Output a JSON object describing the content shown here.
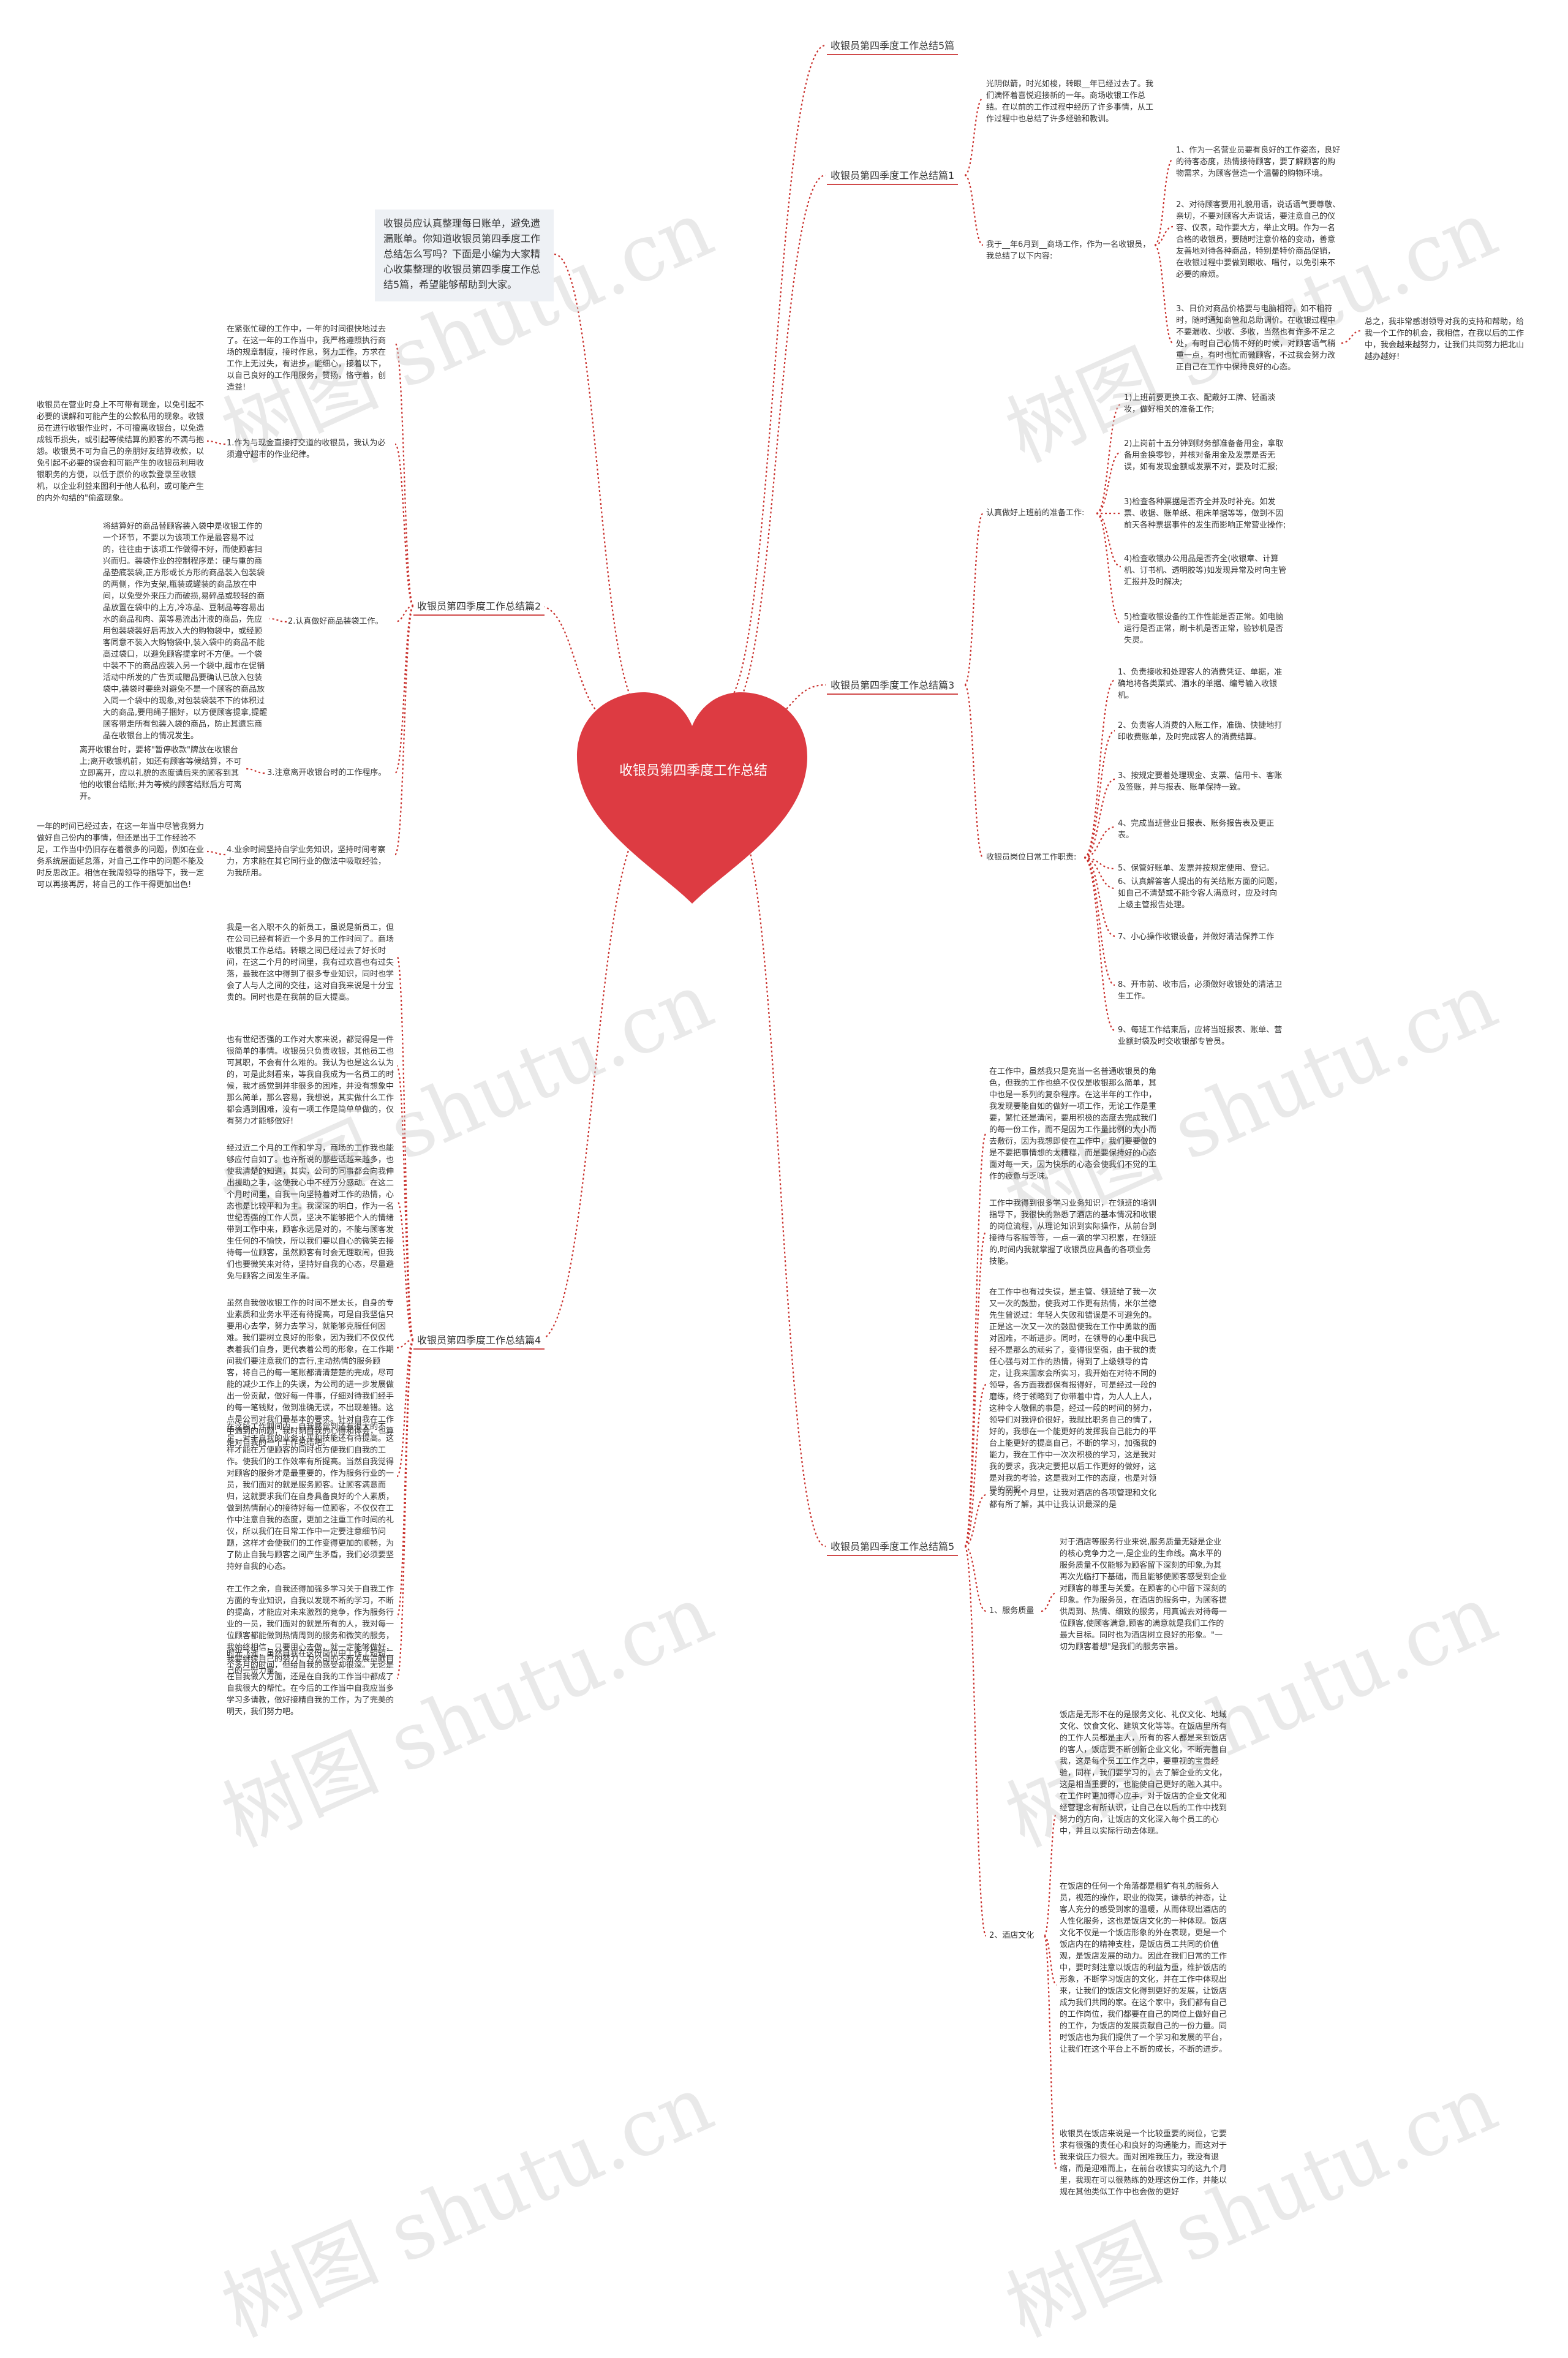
{
  "watermark": "树图 shutu.cn",
  "root": "收银员第四季度工作总结",
  "intro": "收银员应认真整理每日账单，避免遗漏账单。你知道收银员第四季度工作总结怎么写吗？下面是小编为大家精心收集整理的收银员第四季度工作总结5篇，希望能够帮助到大家。",
  "branches": {
    "b5a": "收银员第四季度工作总结5篇",
    "b1": "收银员第四季度工作总结篇1",
    "b2": "收银员第四季度工作总结篇2",
    "b3": "收银员第四季度工作总结篇3",
    "b4": "收银员第四季度工作总结篇4",
    "b5": "收银员第四季度工作总结篇5"
  },
  "p1": {
    "a": "光阴似箭，时光如梭，转眼__年已经过去了。我们满怀着喜悦迎接新的一年。商场收银工作总结。在以前的工作过程中经历了许多事情，从工作过程中也总结了许多经验和教训。",
    "b": "我于__年6月到__商场工作，作为一名收银员，我总结了以下内容:",
    "c1": "1、作为一名营业员要有良好的工作姿态，良好的待客态度，热情接待顾客，要了解顾客的购物需求，为顾客营造一个温馨的购物环境。",
    "c2": "2、对待顾客要用礼貌用语，说话语气要尊敬、亲切，不要对顾客大声说话，要注意自己的仪容、仪表，动作要大方，举止文明。作为一名合格的收银员，要随时注意价格的变动，善意友善地对待各种商品，特别是特价商品促销，在收银过程中要做到眼收、唱付，以免引来不必要的麻烦。",
    "c3": "3、日价对商品价格要与电脑相符，如不相符时，随时通知商管和总助调价。在收银过程中不要漏收、少收、多收，当然也有许多不足之处，有时自己心情不好的时候，对顾客语气稍重一点，有时也忙而微顾客，不过我会努力改正自己在工作中保持良好的心态。",
    "d": "总之，我非常感谢领导对我的支持和帮助，给我一个工作的机会，我相信，在我以后的工作中，我会越来越努力，让我们共同努力把北山越办越好!"
  },
  "p2": {
    "top": "在紧张忙碌的工作中，一年的时间很快地过去了。在这一年的工作当中，我严格遵照执行商场的规章制度，接时作息，努力工作，方求在工作上无过失，有进步，能细心，接着以下，以自己良好的工作用服务，赞扬，恪守着，创造益!",
    "s1": "1.作为与现金直接打交道的收银员，我认为必须遵守超市的作业纪律。",
    "s1t": "收银员在营业时身上不可带有现金，以免引起不必要的误解和可能产生的公款私用的现象。收银员在进行收银作业时，不可擅离收银台，以免造成钱币损失，或引起等候结算的顾客的不满与抱怨。收银员不可为自己的亲朋好友结算收款，以免引起不必要的误会和可能产生的收银员利用收银职务的方便，以低于原价的收款登录至收银机，以企业利益来图利于他人私利，或可能产生的内外勾结的\"偷盗现象。",
    "s2": "2.认真做好商品装袋工作。",
    "s2t": "将结算好的商品替顾客装入袋中是收银工作的一个环节，不要以为该项工作是最容易不过的，往往由于该项工作做得不好，而使顾客扫兴而归。装袋作业的控制程序是：硬与重的商品垫底装袋,正方形或长方形的商品装入包装袋的两侧，作为支架,瓶装或罐装的商品放在中间，以免受外来压力而破损,易碎品或较轻的商品放置在袋中的上方,冷冻品、豆制品等容易出水的商品和肉、菜等易流出汁液的商品，先应用包装袋装好后再放入大的购物袋中，或经顾客同意不装入大购物袋中,装入袋中的商品不能高过袋口，以避免顾客提拿时不方便。一个袋中装不下的商品应装入另一个袋中,超市在促销活动中所发的广告页或赠品要确认已放入包装袋中,装袋时要绝对避免不是一个顾客的商品放入同一个袋中的现象,对包装袋装不下的体积过大的商品,要用绳子捆好，以方便顾客提拿,提醒顾客带走所有包装入袋的商品，防止其遗忘商品在收银台上的情况发生。",
    "s3": "3.注意离开收银台时的工作程序。",
    "s3t": "离开收银台时，要将\"暂停收款\"牌放在收银台上;离开收银机前，如还有顾客等候结算，不可立即离开，应以礼貌的态度请后来的顾客到其他的收银台结账;并为等候的顾客结账后方可离开。",
    "s4": "4.业余时间坚持自学业务知识，坚持时间考察力，方求能在其它同行业的做法中吸取经验，为我所用。",
    "s4t": "一年的时间已经过去，在这一年当中尽管我努力做好自己份内的事情，但还是出于工作经验不足，工作当中仍旧存在着很多的问题，例如在业务系统层面延怠落，对自己工作中的问题不能及时反思改正。相信在我周领导的指导下，我一定可以再接再厉，将自己的工作干得更加出色!"
  },
  "p3": {
    "g1": "认真做好上班前的准备工作:",
    "g1i": [
      "1)上班前要更换工衣、配戴好工牌、轻画淡妆，做好相关的准备工作;",
      "2)上岗前十五分钟到财务部准备备用金，拿取备用金换零钞，并核对备用金及发票是否无误，如有发现金额或发票不对，要及时汇报;",
      "3)检查各种票据是否齐全并及时补充。如发票、收据、账单纸、租床单据等等，做到不因前天各种票据事件的发生而影响正常营业操作;",
      "4)检查收银办公用品是否齐全(收银章、计算机、订书机、透明胶等)如发现异常及时向主管汇报并及时解决;",
      "5)检查收银设备的工作性能是否正常。如电脑运行是否正常，刷卡机是否正常，验钞机是否失灵。"
    ],
    "g2": "收银员岗位日常工作职责:",
    "g2i": [
      "1、负责接收和处理客人的消费凭证、单据，准确地将各类菜式、酒水的单据、编号输入收银机。",
      "2、负责客人消费的入账工作，准确、快捷地打印收费账单，及时完成客人的消费结算。",
      "3、按规定要着处理现金、支票、信用卡、客账及签账，并与报表、账单保持一致。",
      "4、完成当班营业日报表、账务报告表及更正表。",
      "5、保管好账单、发票并按规定使用、登记。",
      "6、认真解答客人提出的有关结账方面的问题，如自己不清楚或不能令客人满意时，应及时向上级主管报告处理。",
      "7、小心操作收银设备，并做好清洁保养工作",
      "8、开市前、收市后，必须做好收银处的清洁卫生工作。",
      "9、每班工作结束后，应将当班报表、账单、营业额封袋及时交收银部专管员。"
    ]
  },
  "p4": [
    "我是一名入职不久的新员工，虽说是新员工，但在公司已经有将近一个多月的工作时间了。商场收银员工作总结。转眼之间已经过去了好长时间，在这二个月的时间里，我有过欢喜也有过失落，最我在这中得到了很多专业知识，同时也学会了人与人之间的交往，这对自我来说是十分宝贵的。同时也是在我前的巨大提高。",
    "也有世纪否强的工作对大家来说，都觉得是一件很简单的事情。收银员只负责收银，其他员工也可其职，不会有什么难的。我认为也是这么认为的，可是此刻看来，等我自我成为一名员工的时候，我才感觉到并非很多的困难，并没有想象中那么简单，那么容易，我想说，其实做什么工作都会遇到困难，没有一项工作是简单单做的，仅有努力才能够做好!",
    "经过近二个月的工作和学习，商场的工作我也能够应付自如了。也许所说的那些话越来越多，也使我清楚的知道，其实，公司的同事都会向我伸出援助之手，这使我心中不经万分感动。在这二个月时间里，自我一向坚持着对工作的热情，心态也是比较平和为主。我深深的明白，作为一名世纪否强的工作人员，坚决不能够把个人的情绪带到工作中来，顾客永远是对的，不能与顾客发生任何的不愉快，所以我们要以自心的微笑去接待每一位顾客，虽然顾客有时会无理取闹，但我们也要微笑来对待，坚持好自我的心态，尽量避免与顾客之间发生矛盾。",
    "虽然自我做收银工作的时间不是太长，自身的专业素质和业务水平还有待提高，可是自我坚信只要用心去学，努力去学习，就能够克服任何困难。我们要树立良好的形象，因为我们不仅仅代表着我们自身，更代表着公司的形象，在工作期间我们要注意我们的言行,主动热情的服务顾客，将自己的每一笔账都清清楚楚的完成，尽可能的减少工作上的失误，为公司的进一步发展做出一份贡献，做好每一件事，仔细对待我们经手的每一笔钱财，做到准确无误，不出现差错。这点是公司对我们最基本的要求。针对自我在工作中遇到的问题，我时刻自我的心得和体会，也算是对自我的一个工作总结吧。",
    "在这段工作期间内，自我感觉到还有很大的不足，对于自我的业务水平和技能还有待提高。这样才能在万便顾客的同时也方便我们自我的工作。使我们的工作效率有所提高。当然自我觉得对顾客的服务才是最重要的，作为服务行业的一员，我们面对的就是服务顾客。让顾客满意而归，这就要求我们在自身具备良好的个人素质，做到热情耐心的接待好每一位顾客，不仅仅在工作中注意自我的态度，更加之注重工作时间的礼仪，所以我们在日常工作中一定要注意细节问题，这样才会使我们的工作变得更加的顺畅，为了防止自我与顾客之间产生矛盾，我们必须要坚持好自我的心态。",
    "在工作之余，自我还得加强多学习关于自我工作方面的专业知识，自我以发现不断的学习，不断的提高，才能应对未来激烈的竞争，作为服务行业的一员，我们面对的就是所有的人，我对每一位顾客都能做到热情周到的服务和微笑的服务，我始终相信，只要用心去做，就一定能够做好，我要继续自己的努力，为公司的不断发展贡献自己的一份力量。",
    "时光飞逝，虽然自我在这份岗位中工作了短短二个多月的时间，但给自我的感受却很深。无论是在自我做人方面，还是在自我的工作当中都成了自我很大的帮忙。在今后的工作当中自我应当多学习多请教，做好接精自我的工作，为了完美的明天，我们努力吧。"
  ],
  "p5": {
    "t1": "在工作中，虽然我只是充当一名普通收银员的角色，但我的工作也绝不仅仅是收银那么简单，其中也是一系列的复杂程序。在这半年的工作中，我发现要能自如的做好一项工作，无论工作是重要，繁忙还是清闲，要用积极的态度去完成我们的每一份工作，而不是因为工作量比例的大小而去敷衍，因为我想即使在工作中，我们要要做的是不要把事情想的太糟糕，而是要保持好的心态面对每一天，因为快乐的心态会使我们不觉的工作的疲惫与乏味。",
    "t2": "工作中我得到很多学习业务知识，在领班的培训指导下，我很快的熟悉了酒店的基本情况和收银的岗位流程，从理论知识到实际操作，从前台到接待与客服等等，一点一滴的学习积累，在领班的,时间内我就掌握了收银员应具备的各项业务技能。",
    "t3": "在工作中也有过失误，是主管、领班给了我一次又一次的鼓励，使我对工作更有热情，米尔兰德先生曾说过：年轻人失败和错误是不可避免的。正是这一次又一次的鼓励使我在工作中勇敢的面对困难，不断进步。同时，在领导的心里中我已经不是那么的顽劣了，变得很坚强，由于我的责任心强与对工作的热情，得到了上级领导的肯定，让我来国家会所实习，我开始在对待不同的领导，各方面我都保有报得好，可是经过一段的磨练，终于领略到了你带着中肯，为人人上人，这种令人敬佩的事是，经过一段的时间的努力，领导们对我评价很好，我就比职务自己的情了，好的，我想在一个能更好的发挥我自己能力的平台上能更好的提高自己，不断的学习，加强我的能力，我在工作中一次次积极的学习，这是我对我的要求，我决定要把以后工作更好的做好，这是对我的考验，这是我对工作的态度，也是对领导的回报。",
    "t4": "实习的九个月里，让我对酒店的各项管理和文化都有所了解，其中让我认识最深的是",
    "s1": "1、服务质量",
    "s1t": "对于酒店等服务行业来说,服务质量无疑是企业的核心竞争力之一,是企业的生命线。高水平的服务质量不仅能够为顾客留下深刻的印象,为其再次光临打下基础，而且能够使顾客感受到企业对顾客的尊重与关爱。在顾客的心中留下深刻的印象。作为服务员，在酒店的服务中，为顾客提供周到、热情、细致的服务，用真诚去对待每一位顾客,使顾客满意,顾客的满意就是我们工作的最大目标。同时也为酒店树立良好的形象。\"一切为顾客着想\"是我们的服务宗旨。",
    "s2": "2、酒店文化",
    "s2t1": "饭店是无形不在的是服务文化、礼仪文化、地域文化、饮食文化、建筑文化等等。在饭店里所有的工作人员都是主人，所有的客人都是来到饭店的客人，饭店要不断创新企业文化，不断完善自我，这是每个员工工作之中，要重视的宝贵经验，同样，我们要学习的，去了解企业的文化，这是相当重要的，也能使自己更好的融入其中。在工作时更加得心应手，对于饭店的企业文化和经营理念有所认识，让自己在以后的工作中找到努力的方向，让饭店的文化深入每个员工的心中，并且以实际行动去体现。",
    "s2t2": "在饭店的任何一个角落都是粗犷有礼的服务人员，视范的操作，职业的微笑，谦恭的神态，让客人充分的感受到家的温暖，从而体现出酒店的人性化服务，这也是饭店文化的一种体现。饭店文化不仅是一个饭店形象的外在表现，更是一个饭店内在的精神支柱，是饭店员工共同的价值观，是饭店发展的动力。因此在我们日常的工作中，要时刻注意以饭店的利益为重，维护饭店的形象，不断学习饭店的文化，并在工作中体现出来，让我们的饭店文化得到更好的发展，让饭店成为我们共同的家。在这个家中，我们都有自己的工作岗位，我们都要在自己的岗位上做好自己的工作，为饭店的发展贡献自己的一份力量。同时饭店也为我们提供了一个学习和发展的平台，让我们在这个平台上不断的成长，不断的进步。",
    "s2t3": "收银员在饭店来说是一个比较重要的岗位，它要求有很强的责任心和良好的沟通能力，而这对于我来说压力很大。面对困难我压力，我没有退缩，而是迎难而上，在前台收银实习的这九个月里，我现在可以很熟练的处理这份工作，并能以规在其他类似工作中也会做的更好"
  }
}
